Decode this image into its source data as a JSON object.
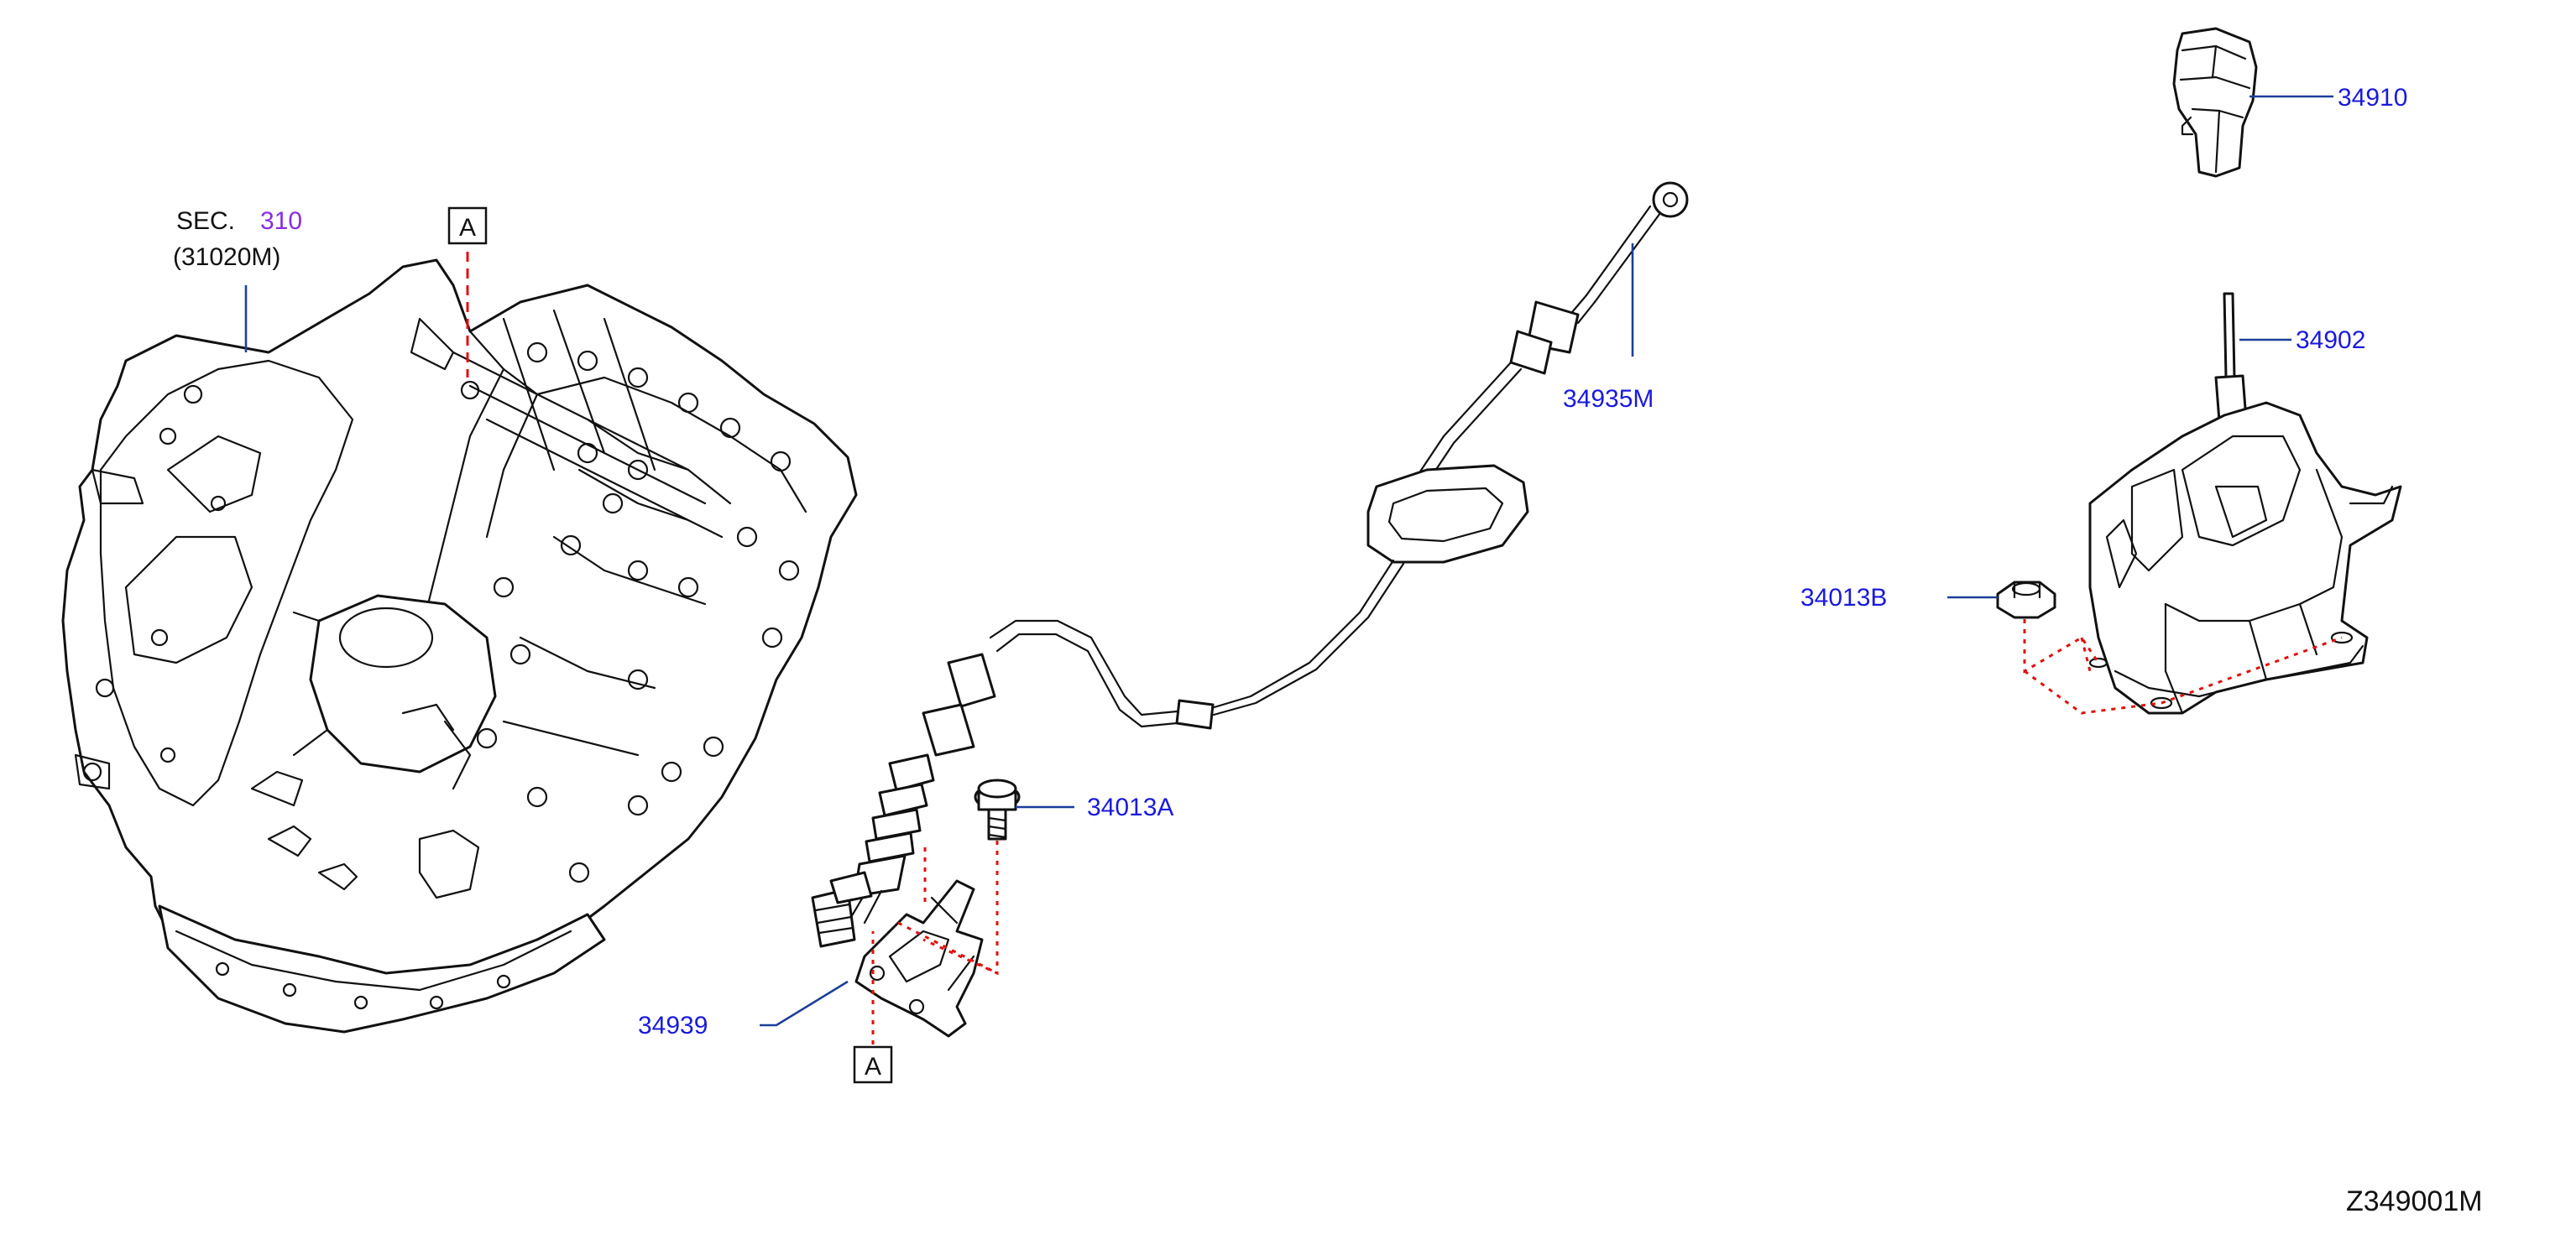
{
  "diagram_id": "Z349001M",
  "section_ref": {
    "prefix": "SEC.",
    "number": "310",
    "sub": "(31020M)"
  },
  "ref_marker": "A",
  "parts": {
    "knob": "34910",
    "shifter": "34902",
    "cable": "34935M",
    "nut": "34013B",
    "bolt": "34013A",
    "bracket": "34939"
  },
  "colors": {
    "part_label": "#1a1adc",
    "section_number": "#8a2be2",
    "leader": "#1b3f9a",
    "connection": "#e01010"
  }
}
